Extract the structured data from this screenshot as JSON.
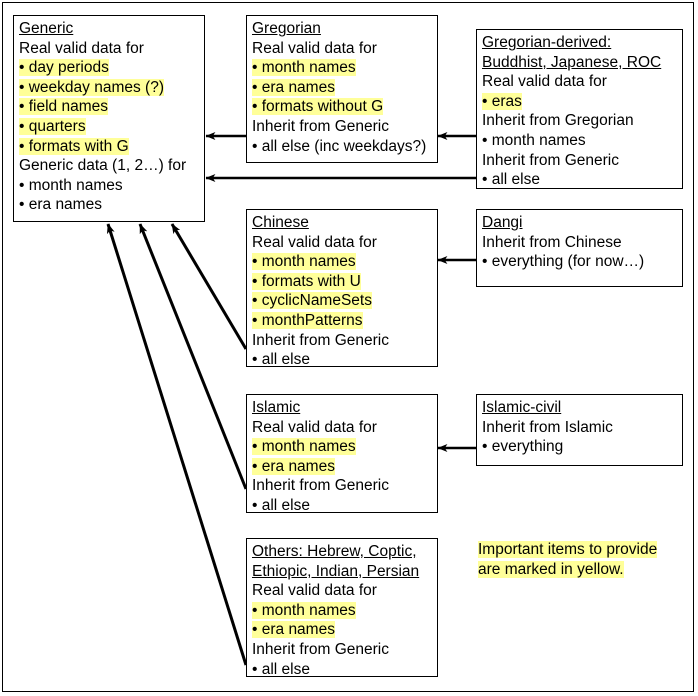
{
  "diagram": {
    "title": "Calendar data inheritance diagram",
    "highlight_color": "#ffff99",
    "line_color": "#000000",
    "background": "#ffffff"
  },
  "boxes": [
    {
      "id": "generic",
      "name": "Generic",
      "lines": [
        {
          "text": "Generic",
          "style": "title"
        },
        {
          "text": "Real valid data for",
          "style": "plain"
        },
        {
          "text": "• day periods",
          "style": "highlight"
        },
        {
          "text": "• weekday names (?)",
          "style": "highlight"
        },
        {
          "text": "• field names",
          "style": "highlight"
        },
        {
          "text": "• quarters",
          "style": "highlight"
        },
        {
          "text": "• formats with G",
          "style": "highlight"
        },
        {
          "text": "Generic data (1, 2…) for",
          "style": "plain"
        },
        {
          "text": "• month names",
          "style": "plain"
        },
        {
          "text": "• era names",
          "style": "plain"
        }
      ]
    },
    {
      "id": "gregorian",
      "name": "Gregorian",
      "lines": [
        {
          "text": "Gregorian",
          "style": "title"
        },
        {
          "text": "Real valid data for",
          "style": "plain"
        },
        {
          "text": "• month names",
          "style": "highlight"
        },
        {
          "text": "• era names",
          "style": "highlight"
        },
        {
          "text": "• formats without G",
          "style": "highlight"
        },
        {
          "text": "Inherit from Generic",
          "style": "plain"
        },
        {
          "text": "• all else (inc weekdays?)",
          "style": "plain"
        }
      ]
    },
    {
      "id": "gregorian-derived",
      "name": "Gregorian-derived: Buddhist, Japanese, ROC",
      "lines": [
        {
          "text": "Gregorian-derived:",
          "style": "title"
        },
        {
          "text": "Buddhist, Japanese, ROC",
          "style": "title"
        },
        {
          "text": "Real valid data for",
          "style": "plain"
        },
        {
          "text": "• eras",
          "style": "highlight"
        },
        {
          "text": "Inherit from Gregorian",
          "style": "plain"
        },
        {
          "text": "• month names",
          "style": "plain"
        },
        {
          "text": "Inherit from Generic",
          "style": "plain"
        },
        {
          "text": "• all else",
          "style": "plain"
        }
      ]
    },
    {
      "id": "chinese",
      "name": "Chinese",
      "lines": [
        {
          "text": "Chinese",
          "style": "title"
        },
        {
          "text": "Real valid data for",
          "style": "plain"
        },
        {
          "text": "• month names",
          "style": "highlight"
        },
        {
          "text": "• formats with U",
          "style": "highlight"
        },
        {
          "text": "• cyclicNameSets",
          "style": "highlight"
        },
        {
          "text": "• monthPatterns",
          "style": "highlight"
        },
        {
          "text": "Inherit from Generic",
          "style": "plain"
        },
        {
          "text": "• all else",
          "style": "plain"
        }
      ]
    },
    {
      "id": "dangi",
      "name": "Dangi",
      "lines": [
        {
          "text": "Dangi",
          "style": "title"
        },
        {
          "text": "Inherit from Chinese",
          "style": "plain"
        },
        {
          "text": "• everything (for now…)",
          "style": "plain"
        }
      ]
    },
    {
      "id": "islamic",
      "name": "Islamic",
      "lines": [
        {
          "text": "Islamic",
          "style": "title"
        },
        {
          "text": "Real valid data for",
          "style": "plain"
        },
        {
          "text": "• month names",
          "style": "highlight"
        },
        {
          "text": "• era names",
          "style": "highlight"
        },
        {
          "text": "Inherit from Generic",
          "style": "plain"
        },
        {
          "text": "• all else",
          "style": "plain"
        }
      ]
    },
    {
      "id": "islamic-civil",
      "name": "Islamic-civil",
      "lines": [
        {
          "text": "Islamic-civil",
          "style": "title"
        },
        {
          "text": "Inherit from Islamic",
          "style": "plain"
        },
        {
          "text": "• everything",
          "style": "plain"
        }
      ]
    },
    {
      "id": "others",
      "name": "Others: Hebrew, Coptic, Ethiopic, Indian, Persian",
      "lines": [
        {
          "text": "Others: Hebrew, Coptic,",
          "style": "title"
        },
        {
          "text": "Ethiopic, Indian, Persian",
          "style": "title"
        },
        {
          "text": "Real valid data for",
          "style": "plain"
        },
        {
          "text": "• month names",
          "style": "highlight"
        },
        {
          "text": "• era names",
          "style": "highlight"
        },
        {
          "text": "Inherit from Generic",
          "style": "plain"
        },
        {
          "text": "• all else",
          "style": "plain"
        }
      ]
    }
  ],
  "legend": {
    "lines": [
      {
        "text": "Important items to provide",
        "style": "highlight"
      },
      {
        "text": "are marked in yellow.",
        "style": "highlight"
      }
    ]
  },
  "arrows": [
    {
      "id": "gregorian-to-generic",
      "from": "gregorian",
      "to": "generic",
      "kind": "horizontal"
    },
    {
      "id": "gregorian-derived-to-gregorian",
      "from": "gregorian-derived",
      "to": "gregorian",
      "kind": "horizontal"
    },
    {
      "id": "gregorian-derived-to-generic",
      "from": "gregorian-derived",
      "to": "generic",
      "kind": "horizontal"
    },
    {
      "id": "dangi-to-chinese",
      "from": "dangi",
      "to": "chinese",
      "kind": "horizontal"
    },
    {
      "id": "islamic-civil-to-islamic",
      "from": "islamic-civil",
      "to": "islamic",
      "kind": "horizontal"
    },
    {
      "id": "chinese-to-generic",
      "from": "chinese",
      "to": "generic",
      "kind": "diagonal"
    },
    {
      "id": "islamic-to-generic",
      "from": "islamic",
      "to": "generic",
      "kind": "diagonal"
    },
    {
      "id": "others-to-generic",
      "from": "others",
      "to": "generic",
      "kind": "diagonal"
    }
  ]
}
